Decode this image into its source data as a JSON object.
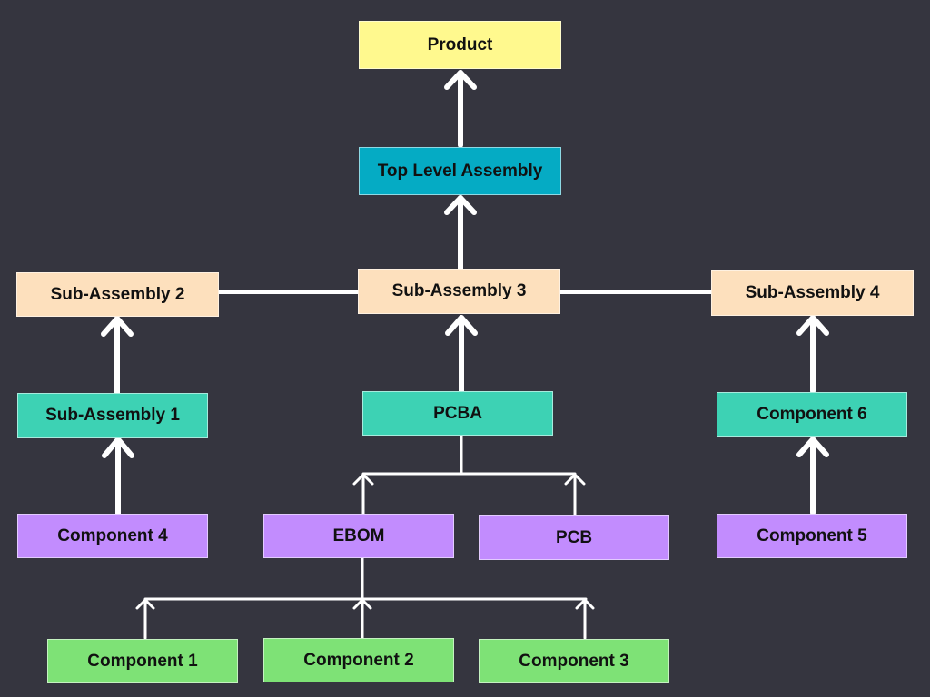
{
  "colors": {
    "background": "#35353f",
    "product": "#fff98e",
    "top_level": "#05abc4",
    "sub_assembly": "#fde0bd",
    "teal": "#3dd2b4",
    "component_purple": "#c28cfe",
    "component_green": "#7ee276",
    "connector": "#ffffff"
  },
  "nodes": {
    "product": "Product",
    "top_level_assembly": "Top Level Assembly",
    "sub_assembly_2": "Sub-Assembly 2",
    "sub_assembly_3": "Sub-Assembly 3",
    "sub_assembly_4": "Sub-Assembly 4",
    "sub_assembly_1": "Sub-Assembly 1",
    "pcba": "PCBA",
    "component_6": "Component 6",
    "component_4": "Component 4",
    "ebom": "EBOM",
    "pcb": "PCB",
    "component_5": "Component 5",
    "component_1": "Component 1",
    "component_2": "Component 2",
    "component_3": "Component 3"
  },
  "edges": [
    {
      "from": "top_level_assembly",
      "to": "product"
    },
    {
      "from": "sub_assembly_3",
      "to": "top_level_assembly"
    },
    {
      "from": "sub_assembly_2",
      "to": "sub_assembly_3",
      "type": "line"
    },
    {
      "from": "sub_assembly_4",
      "to": "sub_assembly_3",
      "type": "line"
    },
    {
      "from": "sub_assembly_1",
      "to": "sub_assembly_2"
    },
    {
      "from": "pcba",
      "to": "sub_assembly_3"
    },
    {
      "from": "component_6",
      "to": "sub_assembly_4"
    },
    {
      "from": "component_4",
      "to": "sub_assembly_1"
    },
    {
      "from": "ebom",
      "to": "pcba"
    },
    {
      "from": "pcb",
      "to": "pcba"
    },
    {
      "from": "component_5",
      "to": "component_6"
    },
    {
      "from": "component_1",
      "to": "ebom"
    },
    {
      "from": "component_2",
      "to": "ebom"
    },
    {
      "from": "component_3",
      "to": "ebom"
    }
  ]
}
